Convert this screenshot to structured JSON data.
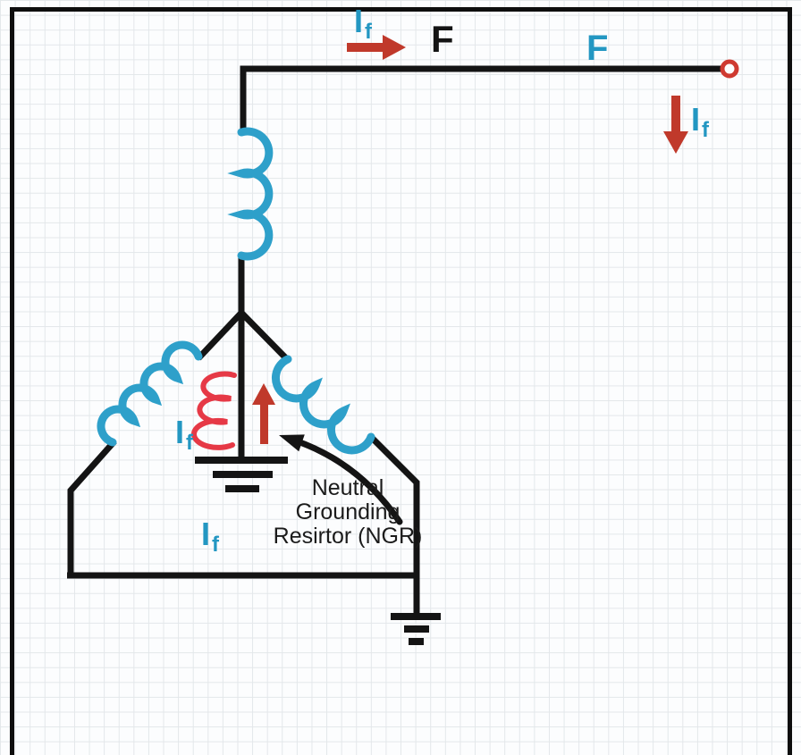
{
  "labels": {
    "fault_current": {
      "main": "I",
      "sub": "f"
    },
    "fault_point_primary": "F",
    "fault_point_secondary": "F",
    "ngr_caption": {
      "line1": "Neutral",
      "line2": "Grounding",
      "line3": "Resirtor (NGR)"
    }
  },
  "colors": {
    "wire_black": "#141414",
    "winding_teal": "#2ea0ca",
    "label_teal": "#2397c2",
    "arrow_red": "#c0392b",
    "resistor_red": "#e63946",
    "terminal_red": "#cf3a31",
    "grid_line": "#e3e7ea",
    "paper": "#fcfdfe"
  }
}
